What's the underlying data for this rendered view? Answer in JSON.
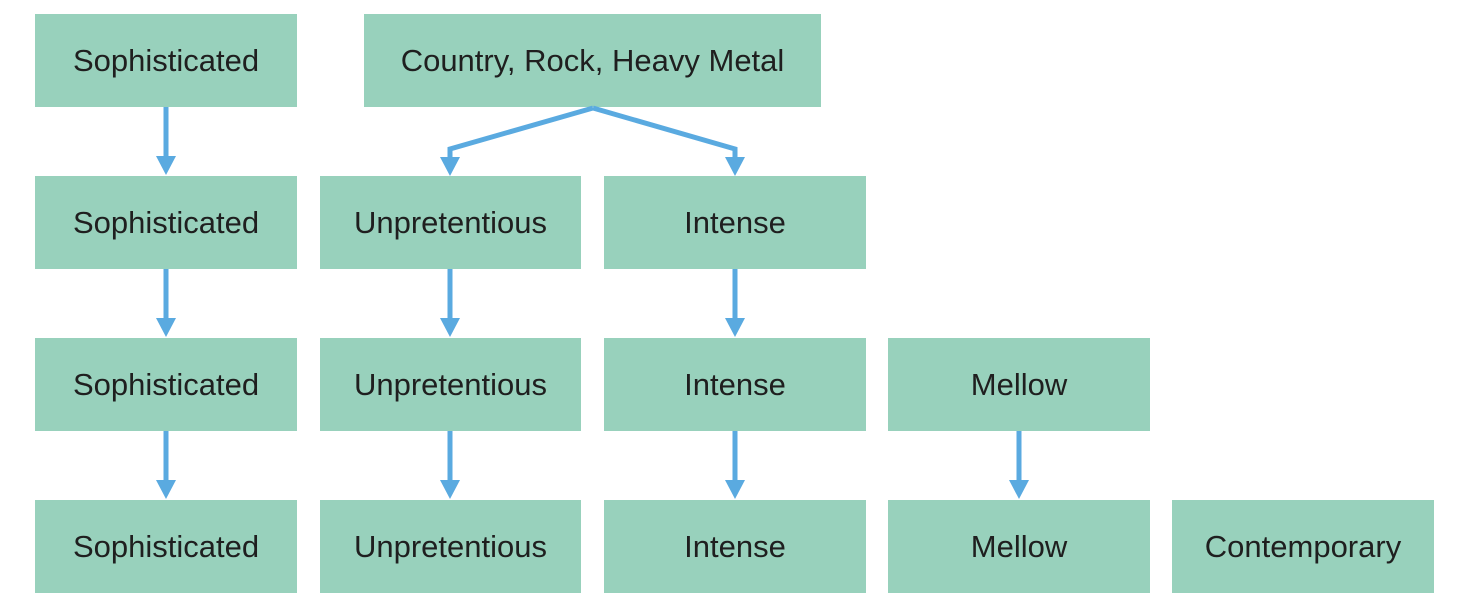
{
  "diagram": {
    "colors": {
      "box_fill": "#98d1bc",
      "arrow": "#5aaae0",
      "text": "#1f1f1f"
    },
    "nodes": {
      "soph_1": "Sophisticated",
      "soph_2": "Sophisticated",
      "soph_3": "Sophisticated",
      "soph_4": "Sophisticated",
      "crhm": "Country, Rock, Heavy Metal",
      "unpret_2": "Unpretentious",
      "unpret_3": "Unpretentious",
      "unpret_4": "Unpretentious",
      "intense_2": "Intense",
      "intense_3": "Intense",
      "intense_4": "Intense",
      "mellow_3": "Mellow",
      "mellow_4": "Mellow",
      "contemporary_4": "Contemporary"
    },
    "edges": [
      [
        "soph_1",
        "soph_2"
      ],
      [
        "soph_2",
        "soph_3"
      ],
      [
        "soph_3",
        "soph_4"
      ],
      [
        "crhm",
        "unpret_2"
      ],
      [
        "crhm",
        "intense_2"
      ],
      [
        "unpret_2",
        "unpret_3"
      ],
      [
        "unpret_3",
        "unpret_4"
      ],
      [
        "intense_2",
        "intense_3"
      ],
      [
        "intense_3",
        "intense_4"
      ],
      [
        "mellow_3",
        "mellow_4"
      ]
    ]
  }
}
